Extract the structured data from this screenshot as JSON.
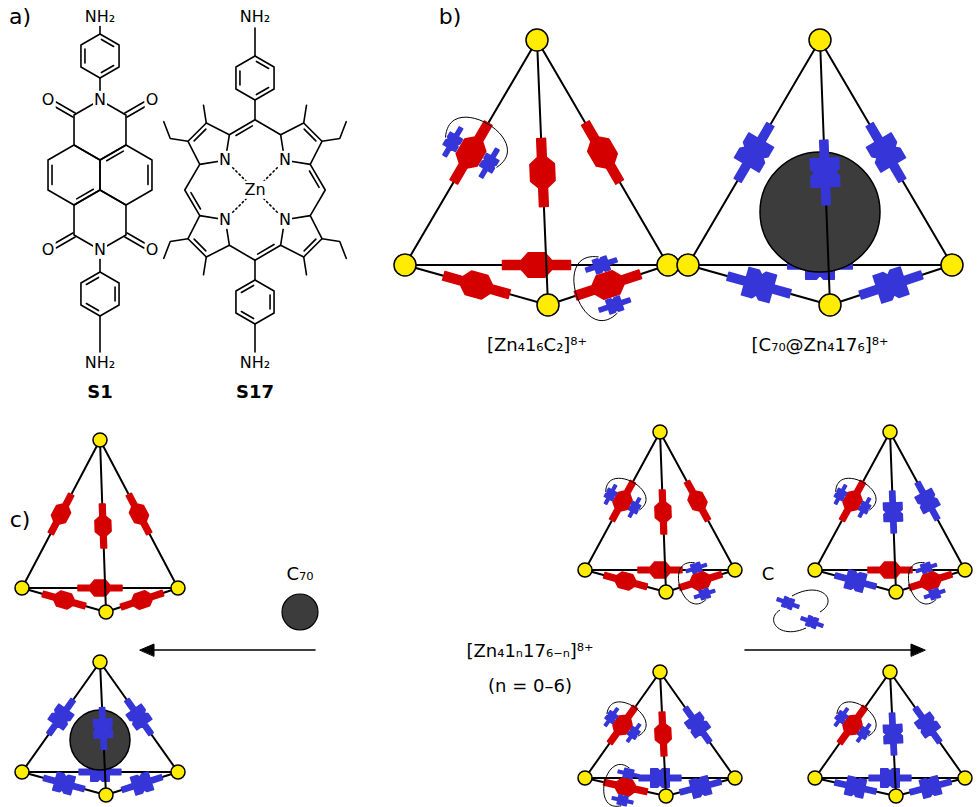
{
  "diagram": {
    "labels": [
      "a)",
      "NH₂",
      "O",
      "O",
      "N",
      "N",
      "O",
      "O",
      "NH₂",
      "S1",
      "NH₂",
      "N",
      "N",
      "Zn",
      "N",
      "N",
      "NH₂",
      "S17",
      "b)",
      "[Zn₄1₆C₂]⁸⁺",
      "[C₇₀@Zn₄17₆]⁸⁺",
      "c)",
      "C₇₀",
      "[Zn₄1ₙ17₆₋ₙ]⁸⁺",
      "(n = 0–6)",
      "C"
    ]
  }
}
